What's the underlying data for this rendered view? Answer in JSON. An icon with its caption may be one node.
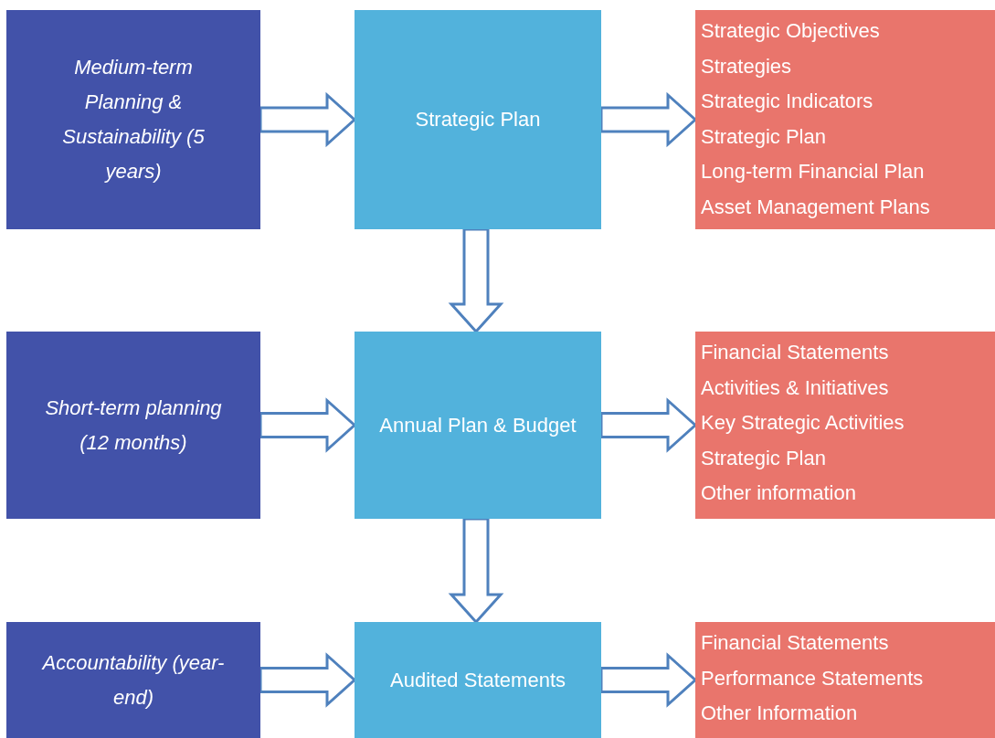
{
  "diagram": {
    "nodes": [
      {
        "text": [
          "Medium-term Planning & Sustainability (5 years)"
        ]
      },
      {
        "text": [
          "Strategic Plan"
        ]
      },
      {
        "text": [
          "Strategic Objectives",
          "Strategies",
          "Strategic Indicators",
          "Strategic Plan",
          "Long-term Financial Plan",
          "Asset Management Plans"
        ]
      },
      {
        "text": [
          "Short-term planning (12 months)"
        ]
      },
      {
        "text": [
          "Annual Plan & Budget"
        ]
      },
      {
        "text": [
          "Financial Statements",
          "Activities & Initiatives",
          "Key Strategic Activities",
          "Strategic Plan",
          "Other information"
        ]
      },
      {
        "text": [
          "Accountability (year-end)"
        ]
      },
      {
        "text": [
          "Audited Statements"
        ]
      },
      {
        "text": [
          "Financial Statements",
          "Performance Statements",
          "Other Information"
        ]
      }
    ],
    "edges": [
      {
        "from": 0,
        "to": 1,
        "arrow": "to"
      },
      {
        "from": 1,
        "to": 2,
        "arrow": "to"
      },
      {
        "from": 1,
        "to": 4,
        "arrow": "to"
      },
      {
        "from": 3,
        "to": 4,
        "arrow": "to"
      },
      {
        "from": 4,
        "to": 5,
        "arrow": "to"
      },
      {
        "from": 4,
        "to": 7,
        "arrow": "to"
      },
      {
        "from": 6,
        "to": 7,
        "arrow": "to"
      },
      {
        "from": 7,
        "to": 8,
        "arrow": "to"
      }
    ]
  }
}
